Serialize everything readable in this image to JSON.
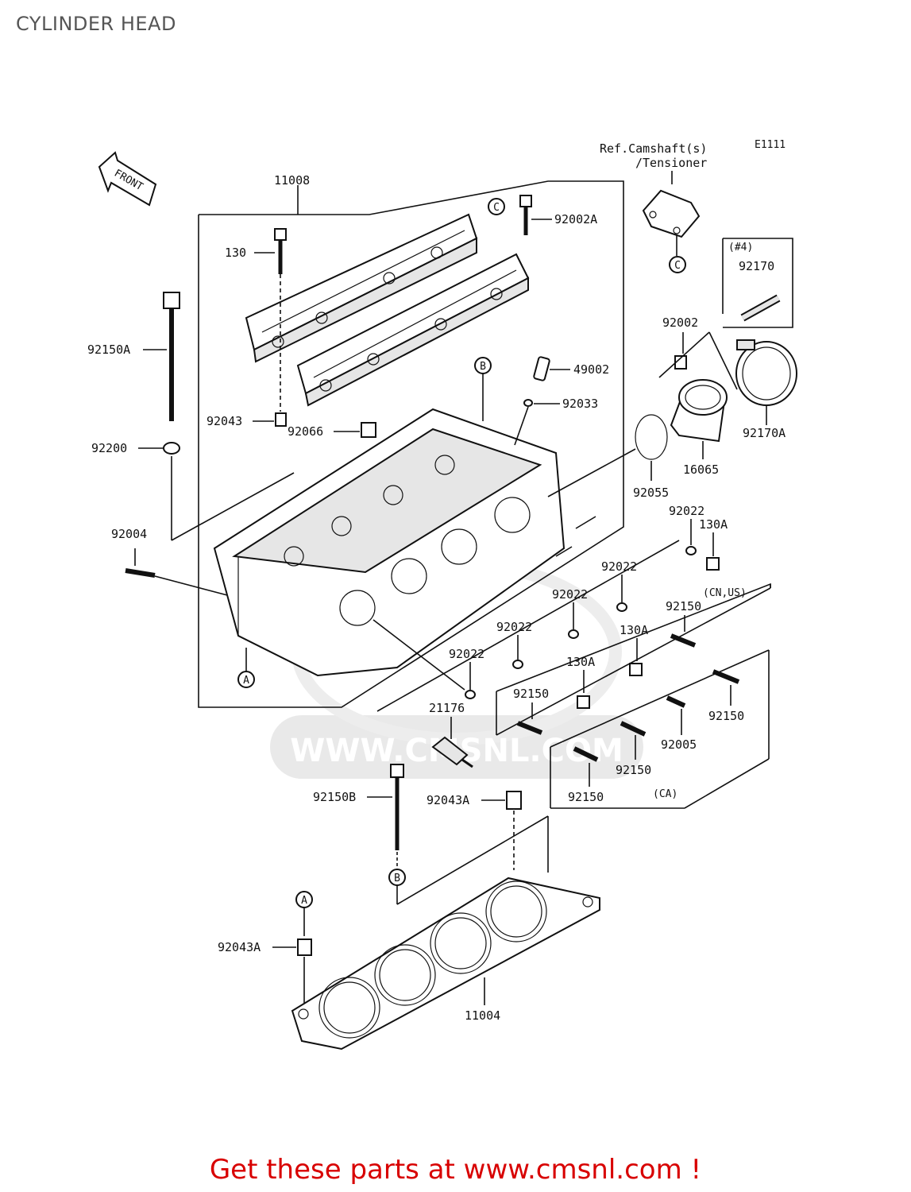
{
  "title": "CYLINDER HEAD",
  "promo": "Get these parts at www.cmsnl.com !",
  "diagram_code": "E1111",
  "front_label": "FRONT",
  "watermark": "WWW.CMSNL.COM",
  "ref_note_line1": "Ref.Camshaft(s)",
  "ref_note_line2": "/Tensioner",
  "qty_note": "(#4)",
  "region_cn_us": "(CN,US)",
  "region_ca": "(CA)",
  "callouts": {
    "a": "A",
    "b": "B",
    "c": "C"
  },
  "parts": {
    "p11008": "11008",
    "p130": "130",
    "p92150A": "92150A",
    "p92043": "92043",
    "p92200": "92200",
    "p92004": "92004",
    "p92002A": "92002A",
    "p49002": "49002",
    "p92033": "92033",
    "p92066": "92066",
    "p92002": "92002",
    "p92170": "92170",
    "p92170A": "92170A",
    "p16065": "16065",
    "p92055": "92055",
    "p92022": "92022",
    "p130A": "130A",
    "p92150": "92150",
    "p92005": "92005",
    "p21176": "21176",
    "p92150B": "92150B",
    "p92043A": "92043A",
    "p11004": "11004"
  }
}
